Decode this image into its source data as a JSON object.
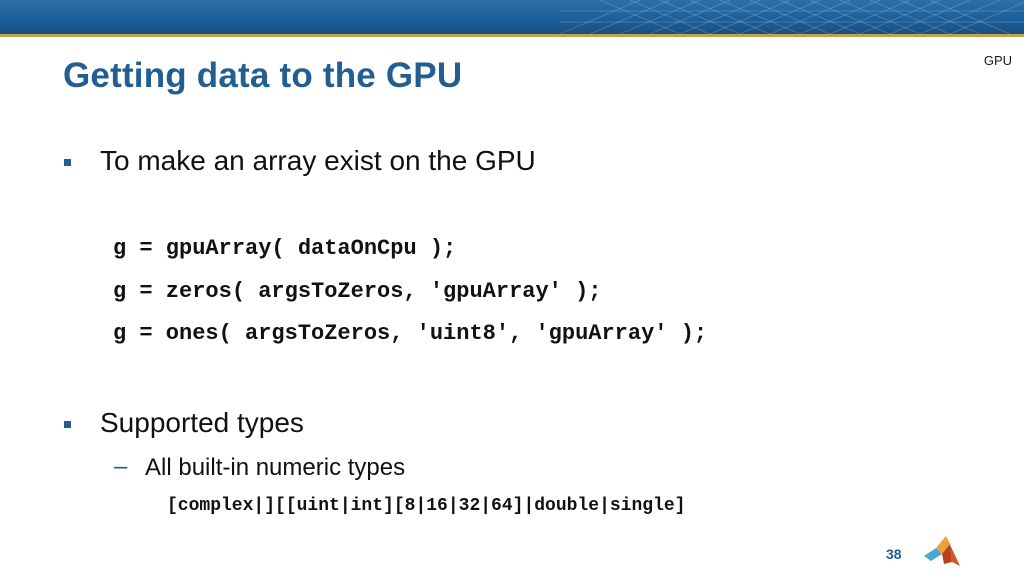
{
  "section_tag": "GPU",
  "title": "Getting data to the GPU",
  "bullets": [
    {
      "text": "To make an array exist on the GPU"
    },
    {
      "text": "Supported types"
    }
  ],
  "code_lines": [
    "g = gpuArray( dataOnCpu );",
    "g = zeros( argsToZeros, 'gpuArray' );",
    "g = ones( argsToZeros, 'uint8', 'gpuArray' );"
  ],
  "sub_dash": "–",
  "sub_bullet": "All built-in numeric types",
  "types_line": "[complex|][[uint|int][8|16|32|64]|double|single]",
  "page_number": "38",
  "icons": {
    "bullet": "square-bullet-icon",
    "logo": "matlab-logo-icon",
    "banner": "blue-grid-banner"
  },
  "colors": {
    "accent": "#225e91",
    "banner": "#1d5f9a",
    "rule": "#c9a04a"
  }
}
